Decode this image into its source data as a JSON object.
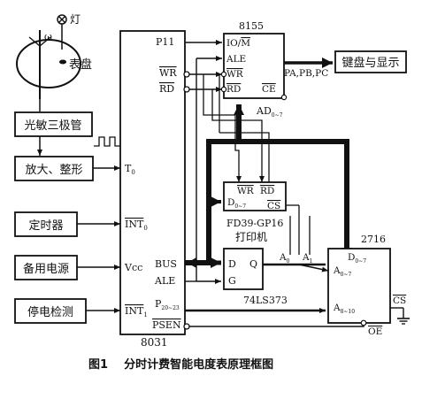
{
  "meter": {
    "lamp_label": "灯",
    "omega_label": "ω",
    "dial_label": "表盘"
  },
  "left_blocks": {
    "photo_transistor": "光敏三极管",
    "amplify_shape": "放大、整形",
    "timer": "定时器",
    "backup_power": "备用电源",
    "power_fail_detect": "停电检测"
  },
  "mcu": {
    "name": "8031",
    "pins_left": {
      "t0": "T",
      "t0_sub": "0",
      "int0": "INT",
      "int0_sub": "0",
      "vcc": "Vcc",
      "int1": "INT",
      "int1_sub": "1"
    },
    "pins_right": {
      "p11": "P11",
      "wr": "WR",
      "rd": "RD",
      "bus": "BUS",
      "ale": "ALE",
      "p2": "P",
      "p2_sub": "20~23",
      "psen": "PSEN"
    }
  },
  "chip_8155": {
    "name": "8155",
    "pins": {
      "io_m_a": "IO/",
      "io_m_b": "M",
      "ale": "ALE",
      "wr": "WR",
      "rd": "RD",
      "ce": "CE"
    },
    "ports_label": "PA,PB,PC",
    "bus_label": "AD",
    "bus_sub": "0~7"
  },
  "keyboard_display": "键盘与显示",
  "printer": {
    "pins": {
      "wr": "WR",
      "rd": "RD",
      "d": "D",
      "d_sub": "0~7",
      "cs": "CS"
    },
    "model": "FD39-GP16",
    "label": "打印机"
  },
  "latch": {
    "name": "74LS373",
    "pins": {
      "d": "D",
      "q": "Q",
      "g": "G"
    },
    "a0": "A",
    "a0_sub": "0",
    "a1": "A",
    "a1_sub": "1"
  },
  "eprom": {
    "name": "2716",
    "pins": {
      "d": "D",
      "d_sub": "0~7",
      "a07": "A",
      "a07_sub": "0~7",
      "a810": "A",
      "a810_sub": "8~10",
      "cs": "CS",
      "oe": "OE"
    }
  },
  "caption": "图1    分时计费智能电度表原理框图"
}
